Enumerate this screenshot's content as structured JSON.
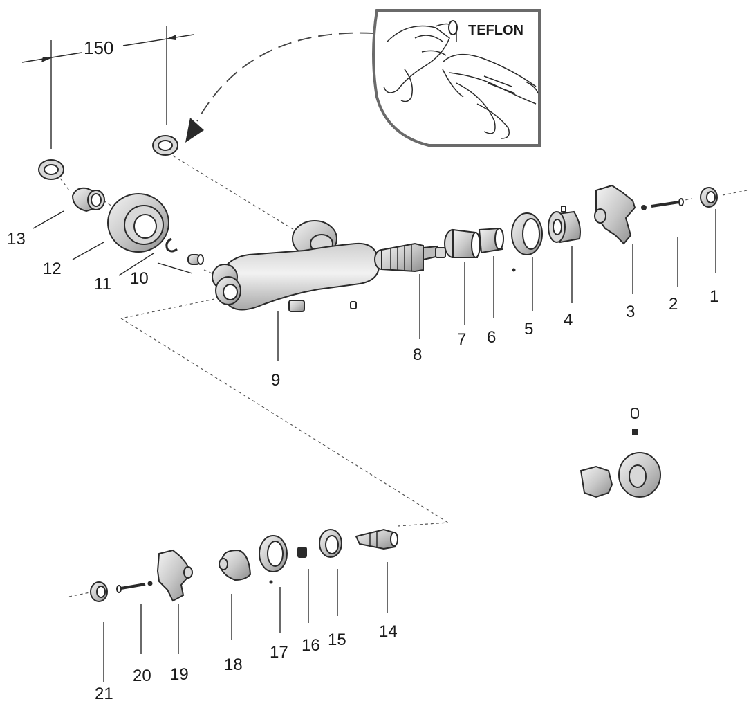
{
  "dimension_label": "150",
  "inset_label": "TEFLON",
  "callouts": {
    "n1": "1",
    "n2": "2",
    "n3": "3",
    "n4": "4",
    "n5": "5",
    "n6": "6",
    "n7": "7",
    "n8": "8",
    "n9": "9",
    "n10": "10",
    "n11": "11",
    "n12": "12",
    "n13": "13",
    "n14": "14",
    "n15": "15",
    "n16": "16",
    "n17": "17",
    "n18": "18",
    "n19": "19",
    "n20": "20",
    "n21": "21"
  }
}
